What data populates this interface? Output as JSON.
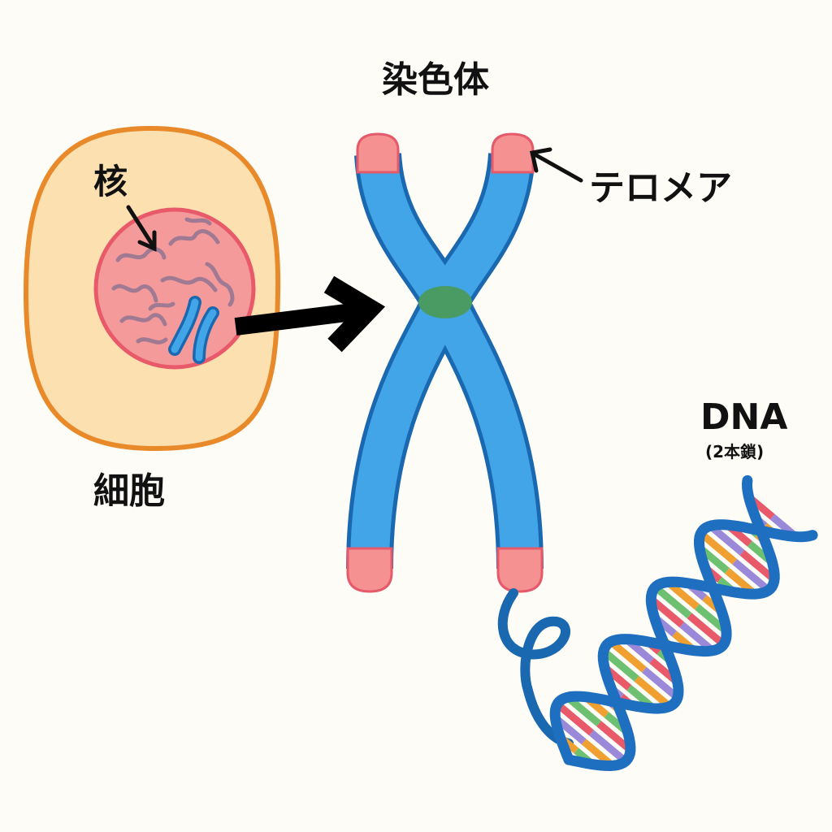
{
  "labels": {
    "chromosome": "染色体",
    "nucleus": "核",
    "telomere": "テロメア",
    "cell": "細胞",
    "dna": "DNA",
    "dna_sub": "(2本鎖)"
  },
  "colors": {
    "background": "#fdfcf7",
    "cell_fill": "#fde0b0",
    "cell_stroke": "#e8892a",
    "nucleus_fill": "#f59a9a",
    "nucleus_stroke": "#e85a6a",
    "chromosome_fill": "#42a5e8",
    "chromosome_stroke": "#1a68b0",
    "telomere": "#f59191",
    "centromere": "#4a9a64",
    "dna_strand": "#1f6fc0",
    "rungs": [
      "#e85a6a",
      "#6cc070",
      "#f0a030",
      "#9a88d8"
    ]
  }
}
